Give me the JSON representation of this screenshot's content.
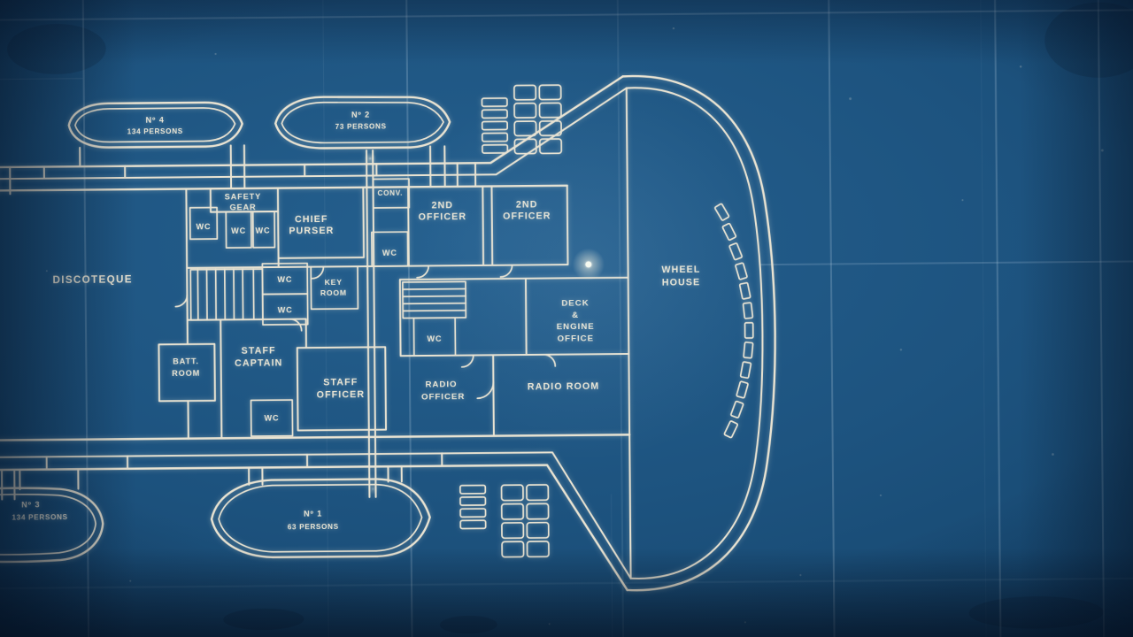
{
  "colors": {
    "paper_blue": "#1d537f",
    "line_white": "#e9e3d2",
    "grid": "#cfe0ee",
    "vignette": "#020916"
  },
  "labels": {
    "discoteque": "DISCOTEQUE",
    "safety_gear": {
      "l1": "SAFETY",
      "l2": "GEAR"
    },
    "chief_purser": {
      "l1": "CHIEF",
      "l2": "PURSER"
    },
    "conv": "CONV.",
    "second_officer_a": {
      "l1": "2ND",
      "l2": "OFFICER"
    },
    "second_officer_b": {
      "l1": "2ND",
      "l2": "OFFICER"
    },
    "wheel_house": {
      "l1": "WHEEL",
      "l2": "HOUSE"
    },
    "deck_engine_office": {
      "l1": "DECK",
      "l2": "&",
      "l3": "ENGINE",
      "l4": "OFFICE"
    },
    "radio_room": "RADIO ROOM",
    "radio_officer": {
      "l1": "RADIO",
      "l2": "OFFICER"
    },
    "staff_officer": {
      "l1": "STAFF",
      "l2": "OFFICER"
    },
    "staff_captain": {
      "l1": "STAFF",
      "l2": "CAPTAIN"
    },
    "batt_room": {
      "l1": "BATT.",
      "l2": "ROOM"
    },
    "key_room": {
      "l1": "KEY",
      "l2": "ROOM"
    },
    "wc": "WC"
  },
  "lifeboats": {
    "no4": {
      "name": "Nº 4",
      "capacity": "134 PERSONS"
    },
    "no2": {
      "name": "Nº 2",
      "capacity": "73 PERSONS"
    },
    "no1": {
      "name": "Nº 1",
      "capacity": "63 PERSONS"
    },
    "no3": {
      "name": "Nº 3",
      "capacity": "134 PERSONS"
    }
  }
}
